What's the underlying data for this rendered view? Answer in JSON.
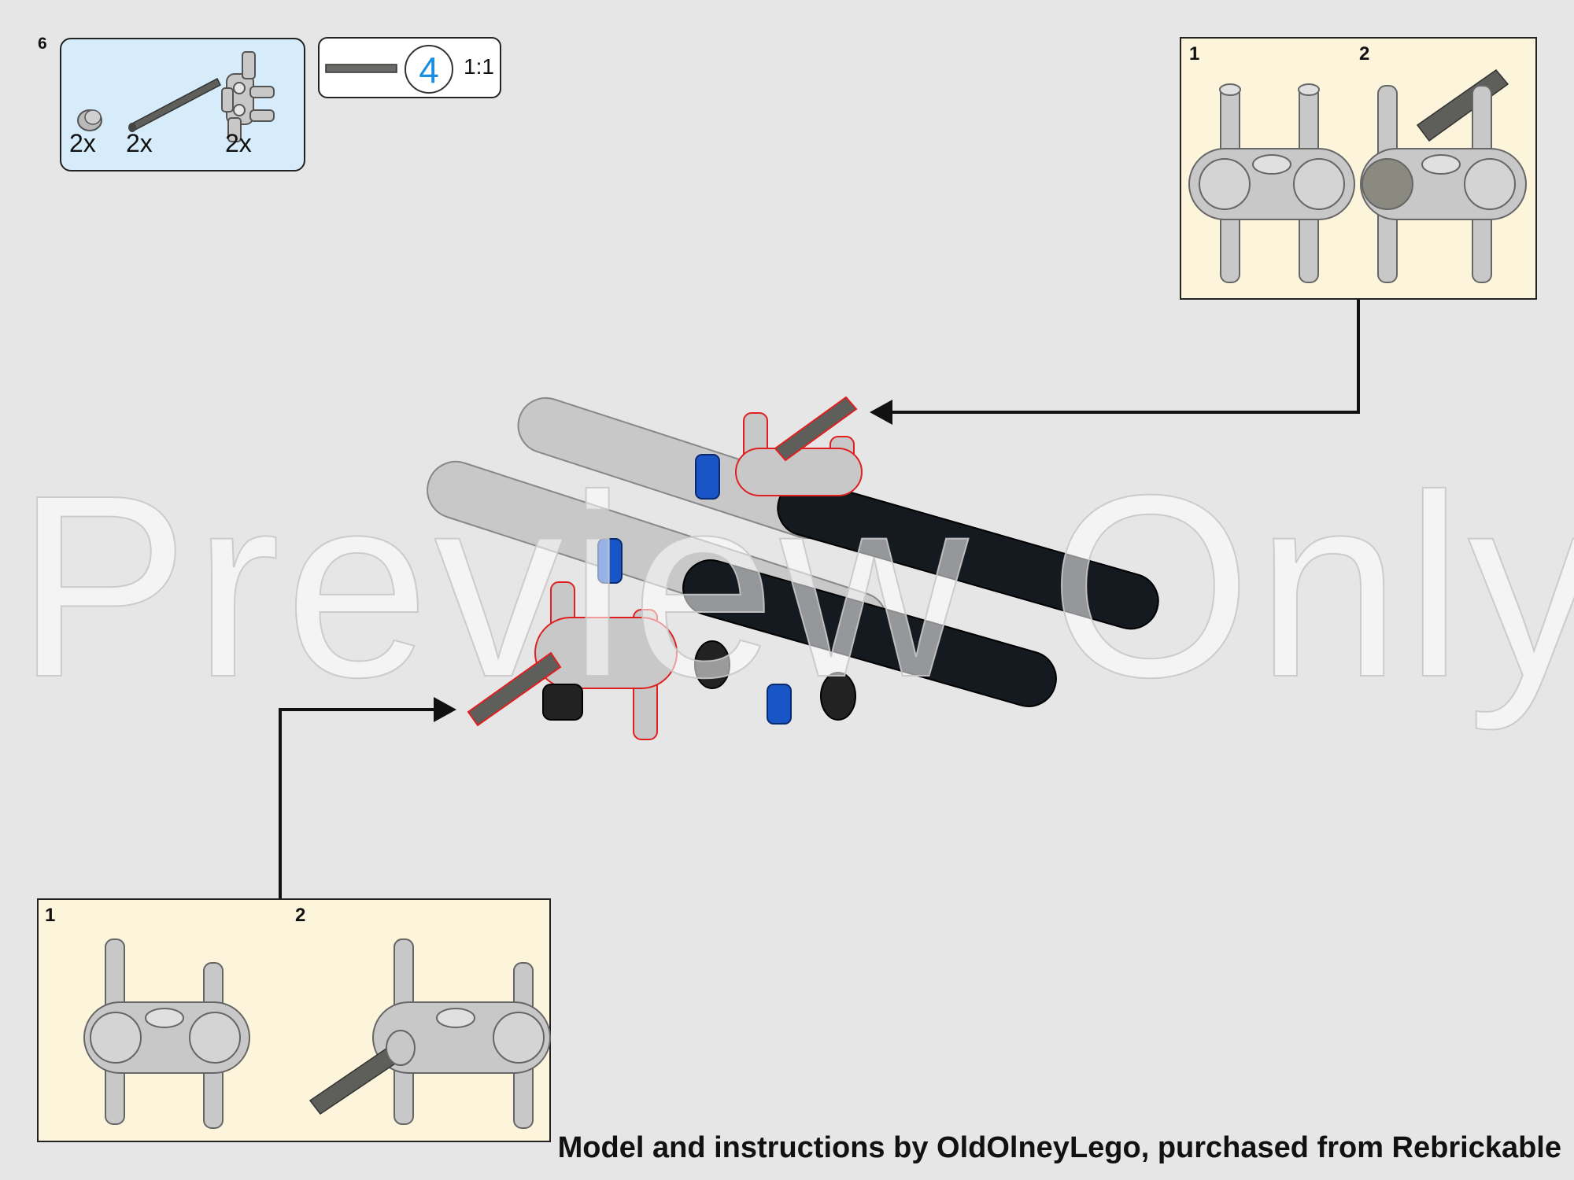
{
  "step": {
    "number": "6"
  },
  "parts_list": {
    "items": [
      {
        "name": "bush",
        "quantity": "2x"
      },
      {
        "name": "axle",
        "quantity": "2x"
      },
      {
        "name": "connector-with-pins",
        "quantity": "2x"
      }
    ]
  },
  "length_callout": {
    "length": "4",
    "scale": "1:1"
  },
  "subassembly_top": {
    "steps": [
      "1",
      "2"
    ]
  },
  "subassembly_bottom": {
    "steps": [
      "1",
      "2"
    ]
  },
  "watermark": "Preview Only",
  "credits": "Model and instructions by OldOlneyLego, purchased from Rebrickable",
  "colors": {
    "background": "#e6e6e6",
    "parts_panel": "#d6ecfa",
    "subassembly_panel": "#fdf4dc",
    "light_gray_part": "#c8c8c8",
    "dark_gray_axle": "#5e5e5a",
    "black_beam": "#151a20",
    "blue_pin": "#1a55c8",
    "highlight_outline": "#e02020",
    "length_number": "#1a8fe0"
  }
}
